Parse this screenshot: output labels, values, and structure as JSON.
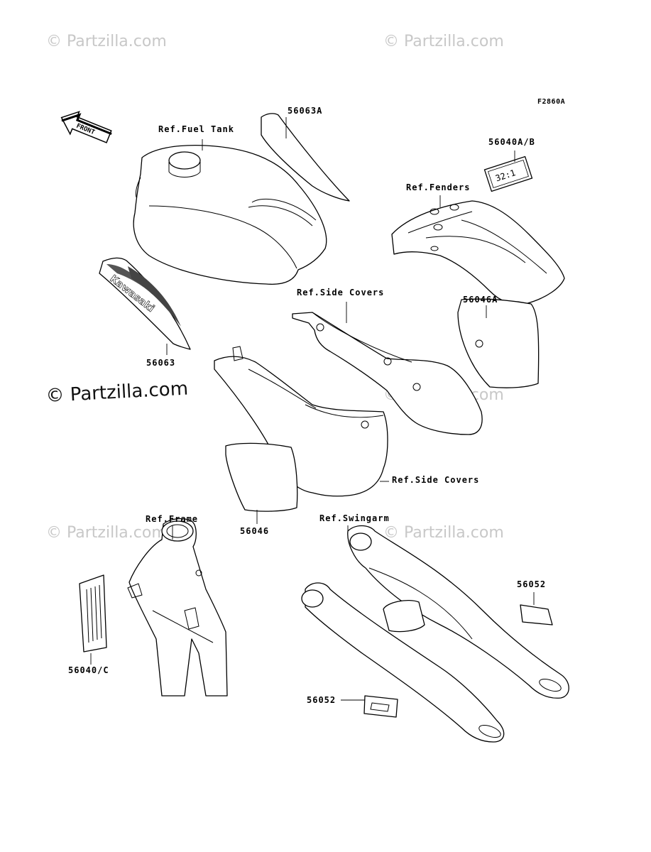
{
  "figure_code": "F2860A",
  "watermarks": {
    "top_left": "© Partzilla.com",
    "top_right": "© Partzilla.com",
    "main": "© Partzilla.com",
    "center": "© Partzilla.com",
    "bottom_left": "© Partzilla.com",
    "bottom_right": "© Partzilla.com"
  },
  "front_arrow_text": "FRONT",
  "decal_kawasaki_text": "Kawasaki",
  "decal_ratio_text": "32:1",
  "labels": {
    "ref_fuel_tank": "Ref.Fuel Tank",
    "p56063A": "56063A",
    "p56040AB": "56040A/B",
    "ref_fenders": "Ref.Fenders",
    "ref_side_covers_top": "Ref.Side Covers",
    "p56046A": "56046A",
    "p56063": "56063",
    "ref_side_covers_bottom": "Ref.Side Covers",
    "p56046": "56046",
    "ref_frame": "Ref.Frame",
    "ref_swingarm": "Ref.Swingarm",
    "p56052_top": "56052",
    "p56040C": "56040/C",
    "p56052_bottom": "56052"
  }
}
